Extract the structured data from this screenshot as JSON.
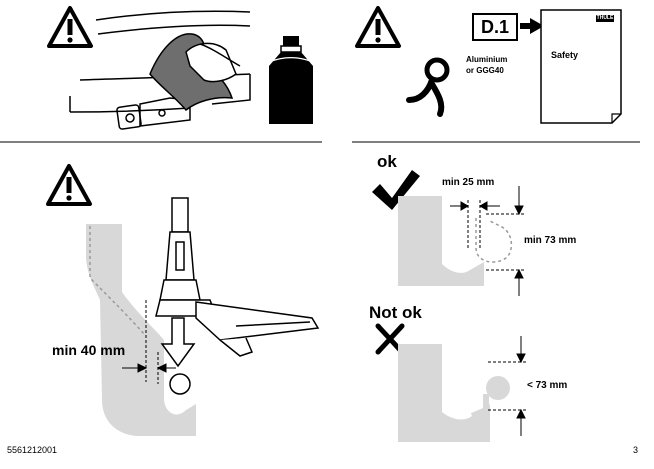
{
  "panel_top_right": {
    "section_code": "D.1",
    "material_label_line1": "Aluminium",
    "material_label_line2": "or GGG40",
    "booklet_title": "Safety",
    "brand_logo_text": "THULE"
  },
  "panel_bottom_right": {
    "ok_label": "ok",
    "min_horizontal_clearance": "min 25 mm",
    "min_vertical_clearance": "min 73 mm",
    "not_ok_label": "Not ok",
    "insufficient_vertical_clearance": "< 73 mm"
  },
  "panel_bottom_left": {
    "min_clearance": "min 40 mm"
  },
  "footer": {
    "document_number": "5561212001",
    "page_number": "3"
  },
  "icons": [
    "warning-icon",
    "bottle-icon",
    "tow-ball-icon",
    "arrow-right-icon",
    "checkmark-icon",
    "cross-icon",
    "arrow-down-icon"
  ],
  "colors": {
    "silhouette_gray": "#d8d8d8",
    "ink": "#000000"
  }
}
